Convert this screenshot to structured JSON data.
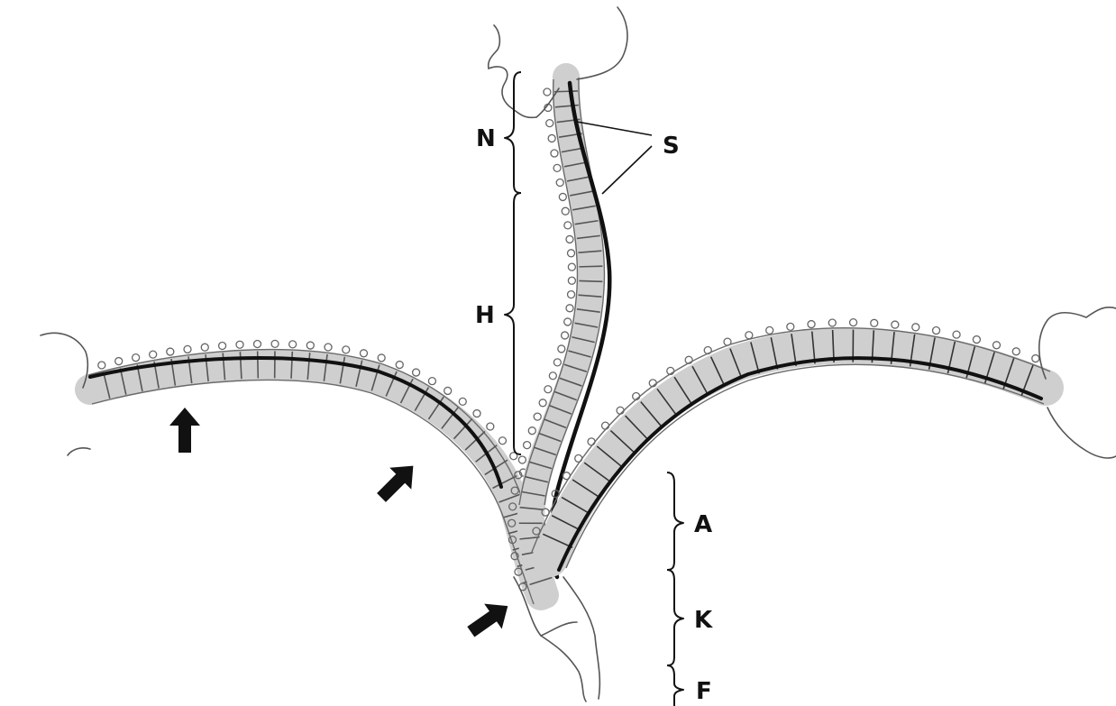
{
  "labels": {
    "N": "N",
    "H": "H",
    "S": "S",
    "A": "A",
    "K": "K",
    "F": "F"
  },
  "arrows": [
    {
      "name": "arrow-left-spine",
      "direction": "up"
    },
    {
      "name": "arrow-mid-spine",
      "direction": "up-right"
    },
    {
      "name": "arrow-base",
      "direction": "up-right"
    }
  ],
  "colors": {
    "ink": "#111111",
    "shade": "#cfcfcf",
    "background": "#ffffff"
  }
}
